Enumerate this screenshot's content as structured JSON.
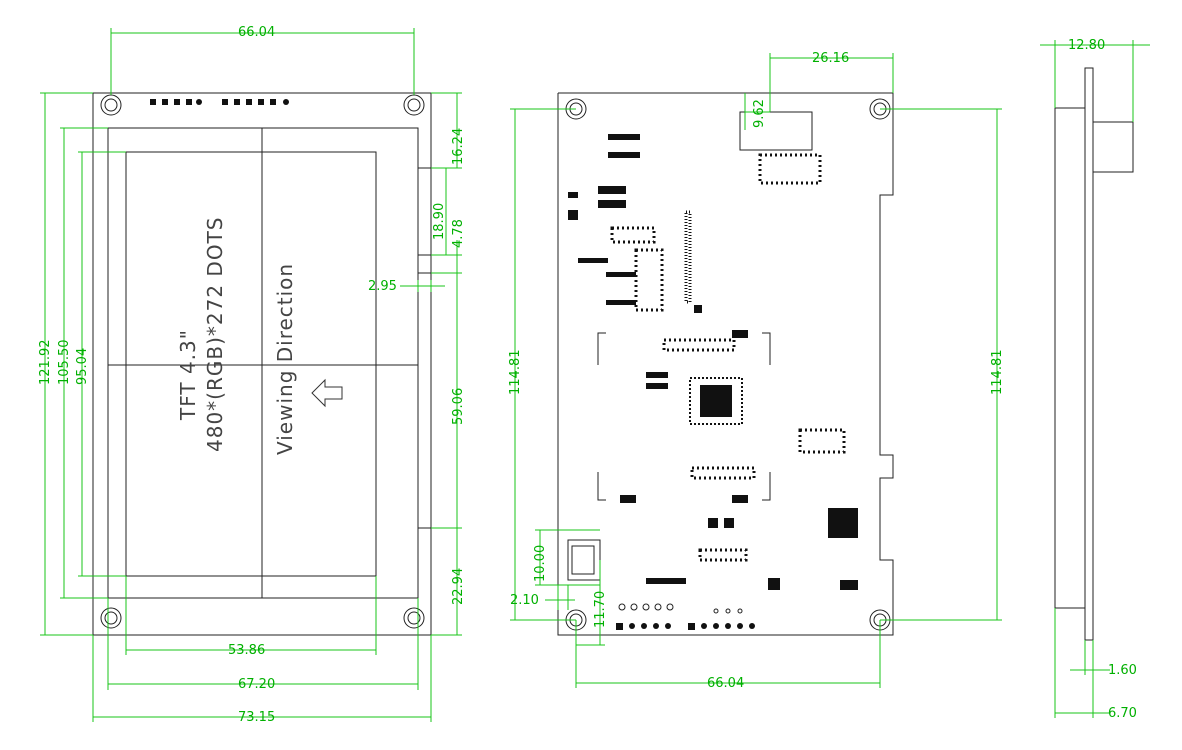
{
  "front_view": {
    "panel_text": {
      "line1": "TFT  4.3\"",
      "line2": "480*(RGB)*272  DOTS",
      "line3": "Viewing  Direction"
    },
    "dimensions": {
      "top_width": "66.04",
      "right_top": "16.24",
      "right_mid1": "18.90",
      "right_mid2": "4.78",
      "notch": "2.95",
      "right_long": "59.06",
      "right_bottom": "22.94",
      "left_outer": "121.92",
      "left_mid": "105.50",
      "left_inner": "95.04",
      "bottom_inner": "53.86",
      "bottom_mid": "67.20",
      "bottom_outer": "73.15"
    }
  },
  "back_view": {
    "dimensions": {
      "top_connector": "26.16",
      "connector_offset": "9.62",
      "left_height": "114.81",
      "right_height": "114.81",
      "usb_height": "10.00",
      "usb_offset": "2.10",
      "bottom_offset": "11.70",
      "bottom_width": "66.04"
    }
  },
  "side_view": {
    "dimensions": {
      "top": "12.80",
      "bottom_inner": "1.60",
      "bottom_outer": "6.70"
    }
  }
}
